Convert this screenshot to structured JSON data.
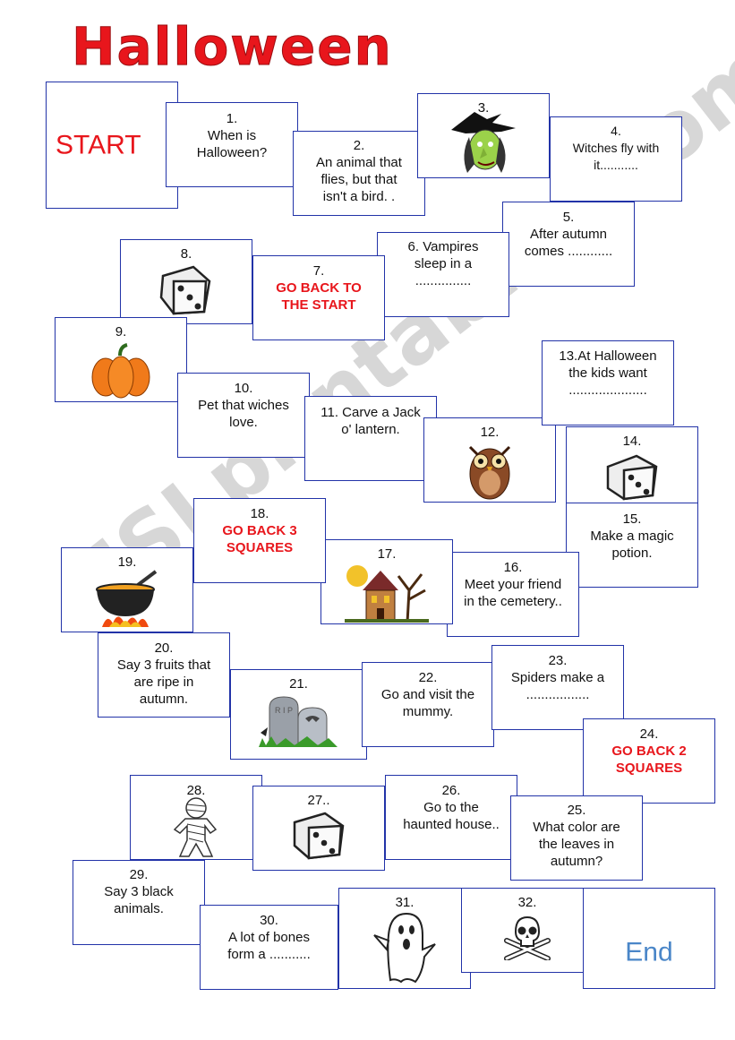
{
  "title": "Halloween",
  "colors": {
    "title": "#e8161c",
    "border": "#2233a8",
    "red_text": "#e8161c",
    "start": "#e8161c",
    "end": "#4a86c8"
  },
  "start": "START",
  "end": "End",
  "watermark": "ESLprintables.com",
  "squares": {
    "s1": {
      "num": "1.",
      "text": "When is\nHalloween?"
    },
    "s2": {
      "num": "2.",
      "text": "An animal that\nflies, but that\nisn't a bird. ."
    },
    "s3": {
      "num": "3.",
      "icon": "witch-icon"
    },
    "s4": {
      "num": "4.",
      "text": "Witches fly with\nit..........."
    },
    "s5": {
      "num": "5.",
      "text": "After autumn\ncomes ............"
    },
    "s6": {
      "text": "6. Vampires\nsleep in a\n..............."
    },
    "s7": {
      "num": "7.",
      "text": "GO BACK TO\nTHE START"
    },
    "s8": {
      "num": "8.",
      "icon": "dice-icon"
    },
    "s9": {
      "num": "9.",
      "icon": "pumpkin-icon"
    },
    "s10": {
      "num": "10.",
      "text": "Pet that wiches\nlove."
    },
    "s11": {
      "text": "11. Carve a Jack\no' lantern."
    },
    "s12": {
      "num": "12.",
      "icon": "owl-icon"
    },
    "s13": {
      "text": "13.At Halloween\nthe kids want\n....................."
    },
    "s14": {
      "num": "14.",
      "icon": "dice-icon"
    },
    "s15": {
      "num": "15.",
      "text": "Make a magic\npotion."
    },
    "s16": {
      "num": "16.",
      "text": "Meet your friend\nin the cemetery.."
    },
    "s17": {
      "num": "17.",
      "icon": "haunted-house-icon"
    },
    "s18": {
      "num": "18.",
      "text": "GO BACK 3\nSQUARES"
    },
    "s19": {
      "num": "19.",
      "icon": "cauldron-icon"
    },
    "s20": {
      "num": "20.",
      "text": "Say 3 fruits that\nare ripe in\nautumn."
    },
    "s21": {
      "num": "21.",
      "icon": "gravestone-icon",
      "rip": "R I P"
    },
    "s22": {
      "num": "22.",
      "text": "Go and visit the\nmummy."
    },
    "s23": {
      "num": "23.",
      "text": "Spiders make a\n................."
    },
    "s24": {
      "num": "24.",
      "text": "GO BACK 2\nSQUARES"
    },
    "s25": {
      "num": "25.",
      "text": "What color are\nthe leaves in\nautumn?"
    },
    "s26": {
      "num": "26.",
      "text": "Go to the\nhaunted house.."
    },
    "s27": {
      "num": "27..",
      "icon": "dice-icon"
    },
    "s28": {
      "num": "28.",
      "icon": "mummy-icon"
    },
    "s29": {
      "num": "29.",
      "text": "Say 3 black\nanimals."
    },
    "s30": {
      "num": "30.",
      "text": "A lot of bones\nform a ..........."
    },
    "s31": {
      "num": "31.",
      "icon": "ghost-icon"
    },
    "s32": {
      "num": "32.",
      "icon": "skull-crossbones-icon"
    }
  }
}
